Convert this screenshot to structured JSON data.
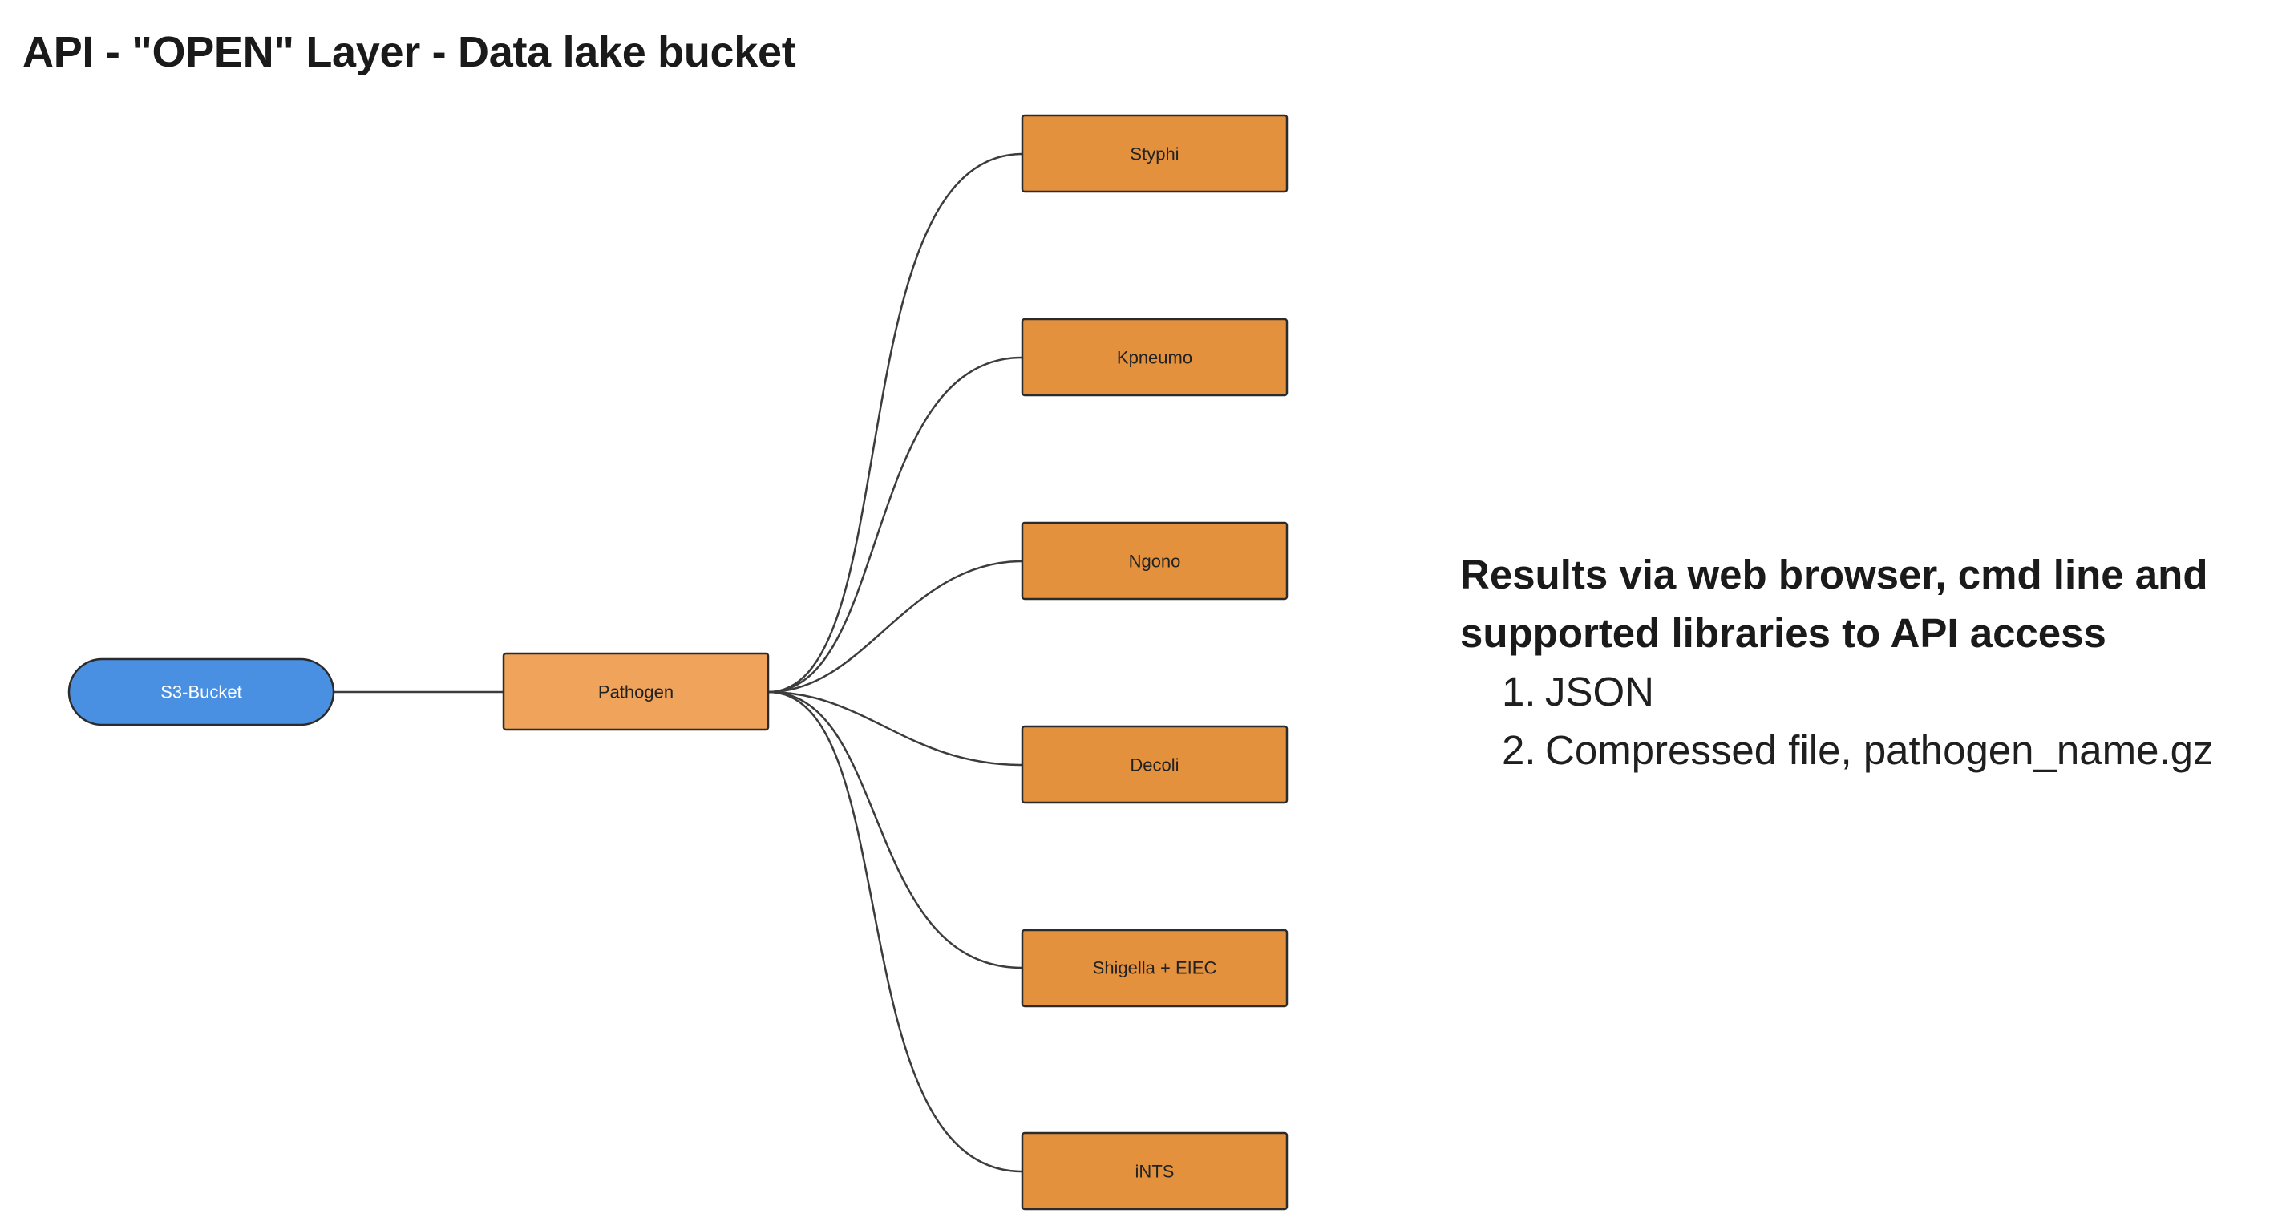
{
  "title": "API - \"OPEN\" Layer - Data lake bucket",
  "colors": {
    "bucket": "#4a90e2",
    "pathogen": "#f0a35a",
    "leaf": "#e4913e",
    "stroke": "#3a3a3a",
    "edge": "#3c3c3c"
  },
  "nodes": {
    "bucket": {
      "label": "S3-Bucket"
    },
    "pathogen": {
      "label": "Pathogen"
    },
    "leaves": [
      {
        "label": "Styphi"
      },
      {
        "label": "Kpneumo"
      },
      {
        "label": "Ngono"
      },
      {
        "label": "Decoli"
      },
      {
        "label": "Shigella + EIEC"
      },
      {
        "label": "iNTS"
      }
    ]
  },
  "results": {
    "heading_line1": "Results via web browser, cmd line and",
    "heading_line2": "supported libraries to API access",
    "items": [
      {
        "num": "1.",
        "text": "JSON"
      },
      {
        "num": "2.",
        "text": "Compressed file, pathogen_name.gz"
      }
    ]
  }
}
